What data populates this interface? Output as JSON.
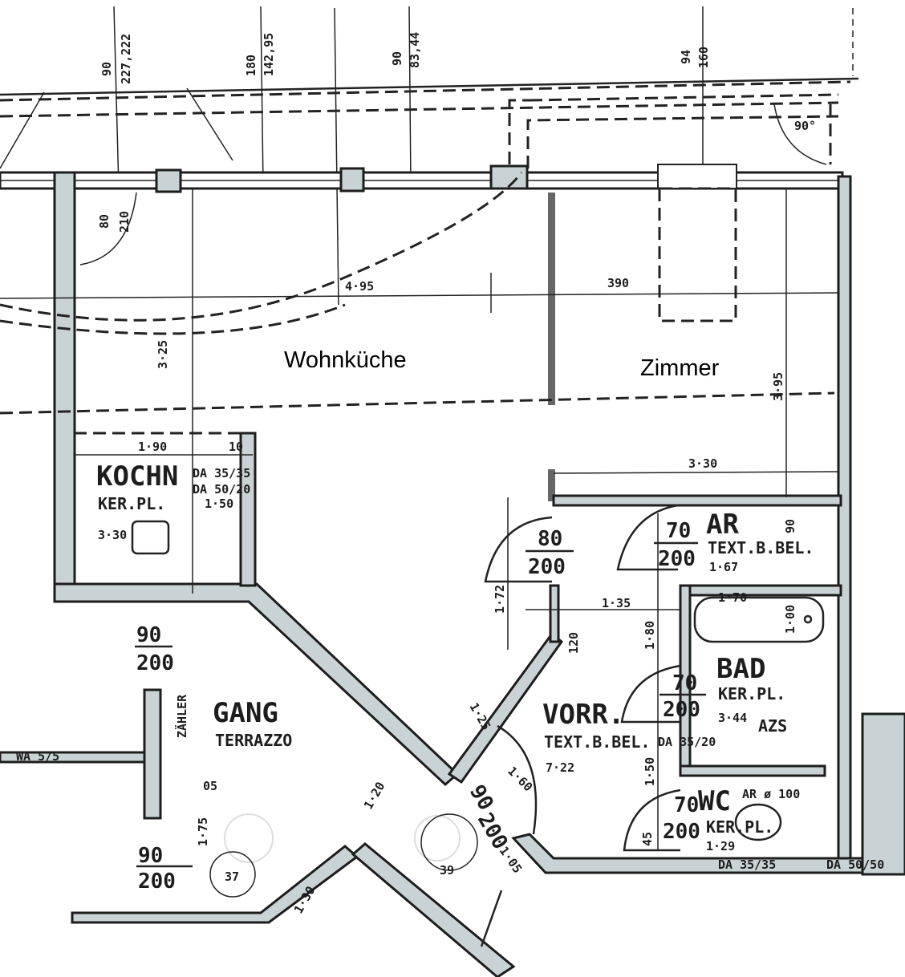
{
  "overlay_labels": {
    "wohnkueche": "Wohnküche",
    "zimmer": "Zimmer"
  },
  "rooms": {
    "kochn": {
      "name": "KOCHN",
      "floor": "KER.PL.",
      "area": "3·30",
      "drains": [
        "DA 35/35",
        "DA 50/20"
      ],
      "dim": "1·50"
    },
    "gang": {
      "name": "GANG",
      "floor": "TERRAZZO",
      "meter": "ZÄHLER"
    },
    "vorr": {
      "name": "VORR.",
      "floor": "TEXT.B.BEL.",
      "area": "7·22"
    },
    "ar": {
      "name": "AR",
      "floor": "TEXT.B.BEL.",
      "area": "1·67"
    },
    "bad": {
      "name": "BAD",
      "floor": "KER.PL.",
      "area": "3·44",
      "extra": "AZS",
      "drain": "DA 35/20"
    },
    "wc": {
      "name": "WC",
      "extra": "AR ø 100",
      "floor": "KER.PL.",
      "area": "1·29"
    }
  },
  "top_dims": [
    {
      "a": "90",
      "b": "227,222"
    },
    {
      "a": "180",
      "b": "142,95"
    },
    {
      "a": "90",
      "b": "83,44"
    },
    {
      "a": "94",
      "b": "160"
    }
  ],
  "doors": {
    "balcony": {
      "w": "80",
      "h": "210"
    },
    "vorr": {
      "w": "80",
      "h": "200"
    },
    "ar": {
      "w": "70",
      "h": "200"
    },
    "bad": {
      "w": "70",
      "h": "200"
    },
    "wc": {
      "w": "70",
      "h": "200"
    },
    "entry": {
      "w": "90",
      "h": "200"
    },
    "gang_left": {
      "w": "90",
      "h": "200"
    },
    "gang_upper": {
      "w": "90",
      "h": "200"
    }
  },
  "dims": {
    "d495": "4·95",
    "d390": "390",
    "d325": "3·25",
    "d395": "3·95",
    "d330": "3·30",
    "d190": "1·90",
    "d10": "10",
    "d172": "1·72",
    "d135": "1·35",
    "d120": "120",
    "d180": "1·80",
    "d170": "1·70",
    "d100": "1·00",
    "d90": "90",
    "d150": "1·50",
    "d125": "1·25",
    "d160": "1·60",
    "d105": "1·05",
    "d120b": "1·20",
    "d130": "1·30",
    "d175": "1·75",
    "d05": "05",
    "d39": "39",
    "d45": "45",
    "angle": "90°",
    "top37": "37",
    "da5050": "DA 50/50",
    "da3535": "DA 35/35",
    "wa": "WA 5/5"
  }
}
